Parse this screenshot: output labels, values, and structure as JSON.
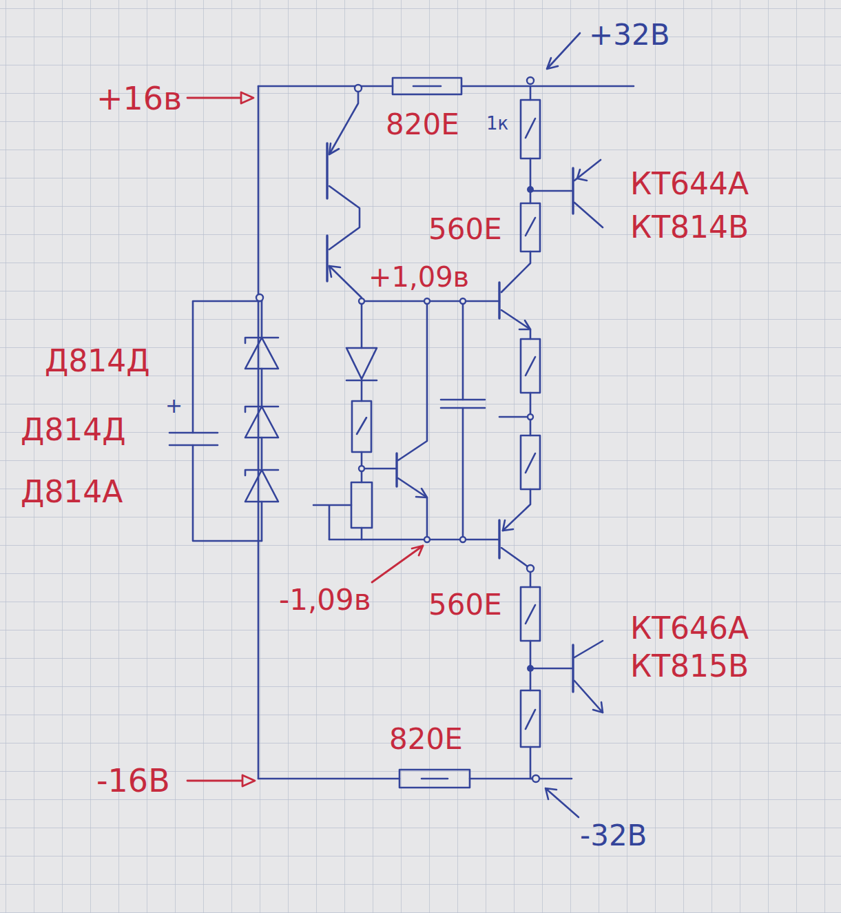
{
  "diagram": {
    "labels": [
      "+16в",
      "820Е",
      "1к",
      "+32В",
      "КТ644А",
      "КТ814В",
      "560Е",
      "+1,09в",
      "Д814Д",
      "+",
      "Д814Д",
      "Д814А",
      "-1,09в",
      "560Е",
      "КТ646А",
      "КТ815В",
      "820Е",
      "-16В",
      "-32В"
    ]
  }
}
